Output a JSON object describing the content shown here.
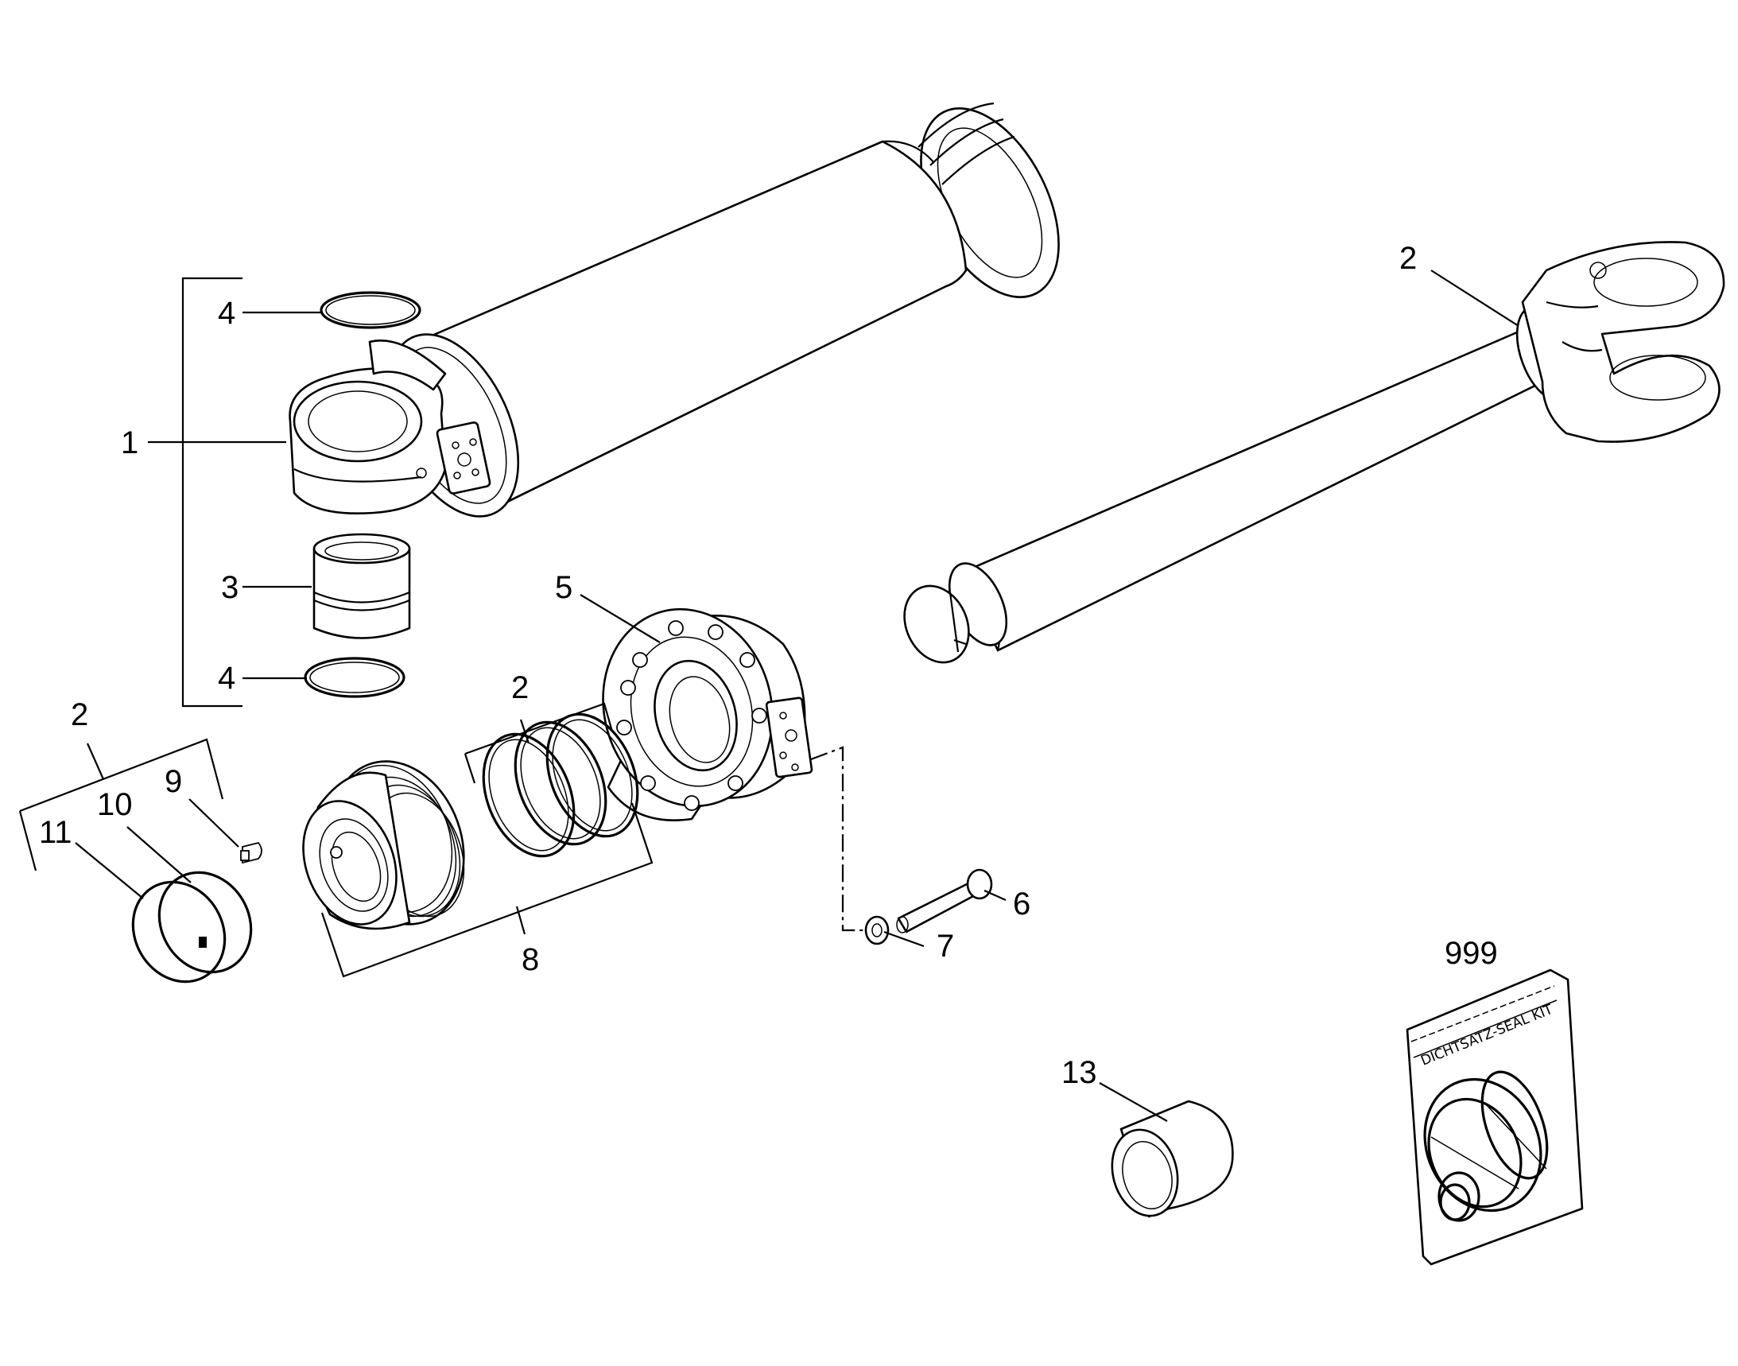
{
  "diagram": {
    "callouts": [
      {
        "key": "c1",
        "label": "1"
      },
      {
        "key": "c2_rod",
        "label": "2"
      },
      {
        "key": "c2_piston_rings",
        "label": "2"
      },
      {
        "key": "c2_snap_group",
        "label": "2"
      },
      {
        "key": "c3",
        "label": "3"
      },
      {
        "key": "c4_top",
        "label": "4"
      },
      {
        "key": "c4_bottom",
        "label": "4"
      },
      {
        "key": "c5",
        "label": "5"
      },
      {
        "key": "c6",
        "label": "6"
      },
      {
        "key": "c7",
        "label": "7"
      },
      {
        "key": "c8",
        "label": "8"
      },
      {
        "key": "c9",
        "label": "9"
      },
      {
        "key": "c10",
        "label": "10"
      },
      {
        "key": "c11",
        "label": "11"
      },
      {
        "key": "c13",
        "label": "13"
      },
      {
        "key": "c999",
        "label": "999"
      }
    ],
    "seal_kit_bag_text": "DICHTSATZ-SEAL KIT"
  }
}
